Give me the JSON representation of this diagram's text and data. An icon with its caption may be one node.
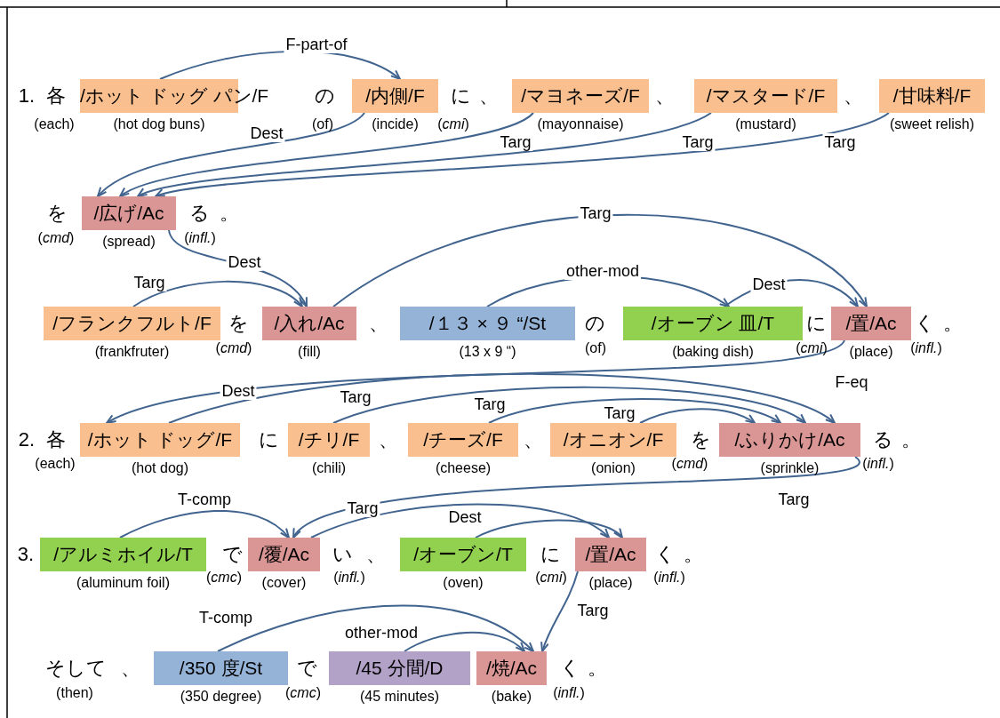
{
  "diagram": {
    "nodes": [
      {
        "text": [
          "/ホット ドッグ パン/F"
        ],
        "beside": [
          "(hot dog buns)"
        ]
      },
      {
        "text": [
          "/内側/F"
        ],
        "beside": [
          "(incide)"
        ]
      },
      {
        "text": [
          "/マヨネーズ/F"
        ],
        "beside": [
          "(mayonnaise)"
        ]
      },
      {
        "text": [
          "/マスタード/F"
        ],
        "beside": [
          "(mustard)"
        ]
      },
      {
        "text": [
          "/甘味料/F"
        ],
        "beside": [
          "(sweet relish)"
        ]
      },
      {
        "text": [
          "/広げ/Ac"
        ],
        "beside": [
          "(spread)"
        ]
      },
      {
        "text": [
          "/フランクフルト/F"
        ],
        "beside": [
          "(frankfruter)"
        ]
      },
      {
        "text": [
          "/入れ/Ac"
        ],
        "beside": [
          "(fill)"
        ]
      },
      {
        "text": [
          "/１３ × ９ “/St"
        ],
        "beside": [
          "(13 x 9 “)"
        ]
      },
      {
        "text": [
          "/オーブン 皿/T"
        ],
        "beside": [
          "(baking dish)"
        ]
      },
      {
        "text": [
          "/置/Ac"
        ],
        "beside": [
          "(place)"
        ]
      },
      {
        "text": [
          "/ホット ドッグ/F"
        ],
        "beside": [
          "(hot dog)"
        ]
      },
      {
        "text": [
          "/チリ/F"
        ],
        "beside": [
          "(chili)"
        ]
      },
      {
        "text": [
          "/チーズ/F"
        ],
        "beside": [
          "(cheese)"
        ]
      },
      {
        "text": [
          "/オニオン/F"
        ],
        "beside": [
          "(onion)"
        ]
      },
      {
        "text": [
          "/ふりかけ/Ac"
        ],
        "beside": [
          "(sprinkle)"
        ]
      },
      {
        "text": [
          "/アルミホイル/T"
        ],
        "beside": [
          "(aluminum foil)"
        ]
      },
      {
        "text": [
          "/覆/Ac"
        ],
        "beside": [
          "(cover)"
        ]
      },
      {
        "text": [
          "/オーブン/T"
        ],
        "beside": [
          "(oven)"
        ]
      },
      {
        "text": [
          "/置/Ac"
        ],
        "beside": [
          "(place)"
        ]
      },
      {
        "text": [
          "/350 度/St"
        ],
        "beside": [
          "(350 degree)"
        ]
      },
      {
        "text": [
          "/45 分間/D"
        ],
        "beside": [
          "(45 minutes)"
        ]
      },
      {
        "text": [
          "/焼/Ac"
        ],
        "beside": [
          "(bake)"
        ]
      }
    ],
    "edges": [
      {
        "from": 0,
        "to": 1,
        "arrow": "to",
        "label": "F-part-of"
      },
      {
        "from": 1,
        "to": 5,
        "arrow": "to",
        "label": "Dest"
      },
      {
        "from": 2,
        "to": 5,
        "arrow": "to",
        "label": "Targ"
      },
      {
        "from": 3,
        "to": 5,
        "arrow": "to",
        "label": "Targ"
      },
      {
        "from": 4,
        "to": 5,
        "arrow": "to",
        "label": "Targ"
      },
      {
        "from": 5,
        "to": 7,
        "arrow": "to",
        "label": "Dest"
      },
      {
        "from": 6,
        "to": 7,
        "arrow": "to",
        "label": "Targ"
      },
      {
        "from": 7,
        "to": 10,
        "arrow": "to",
        "label": "Targ"
      },
      {
        "from": 8,
        "to": 9,
        "arrow": "to",
        "label": "other-mod"
      },
      {
        "from": 9,
        "to": 10,
        "arrow": "to",
        "label": "Dest"
      },
      {
        "from": 10,
        "to": 11,
        "arrow": "to",
        "label": "F-eq"
      },
      {
        "from": 11,
        "to": 15,
        "arrow": "to",
        "label": "Dest"
      },
      {
        "from": 12,
        "to": 15,
        "arrow": "to",
        "label": "Targ"
      },
      {
        "from": 13,
        "to": 15,
        "arrow": "to",
        "label": "Targ"
      },
      {
        "from": 14,
        "to": 15,
        "arrow": "to",
        "label": "Targ"
      },
      {
        "from": 15,
        "to": 17,
        "arrow": "to",
        "label": "Targ"
      },
      {
        "from": 16,
        "to": 17,
        "arrow": "to",
        "label": "T-comp"
      },
      {
        "from": 17,
        "to": 19,
        "arrow": "to",
        "label": "Targ"
      },
      {
        "from": 18,
        "to": 19,
        "arrow": "to",
        "label": "Dest"
      },
      {
        "from": 19,
        "to": 22,
        "arrow": "to",
        "label": "Targ"
      },
      {
        "from": 20,
        "to": 22,
        "arrow": "to",
        "label": "T-comp"
      },
      {
        "from": 21,
        "to": 22,
        "arrow": "to",
        "label": "other-mod"
      }
    ],
    "labels": [
      "1.",
      "各",
      "の",
      "に",
      "、",
      "、",
      "、",
      "(each)",
      "(of)",
      "(*cmi*)",
      "を",
      "る",
      "。",
      "(*cmd*)",
      "(*infl.*)",
      "を",
      "、",
      "の",
      "に",
      "く",
      "。",
      "(*cmd*)",
      "(of)",
      "(*cmi*)",
      "(*infl.*)",
      "2.",
      "各",
      "に",
      "、",
      "、",
      "を",
      "る",
      "。",
      "(each)",
      "(*cmd*)",
      "(*infl.*)",
      "3.",
      "で",
      "い",
      "、",
      "に",
      "く",
      "。",
      "(*cmc*)",
      "(*infl.*)",
      "(*cmi*)",
      "(*infl.*)",
      "そして",
      "、",
      "で",
      "く",
      "。",
      "(then)",
      "(*cmc*)",
      "(*infl.*)"
    ]
  }
}
